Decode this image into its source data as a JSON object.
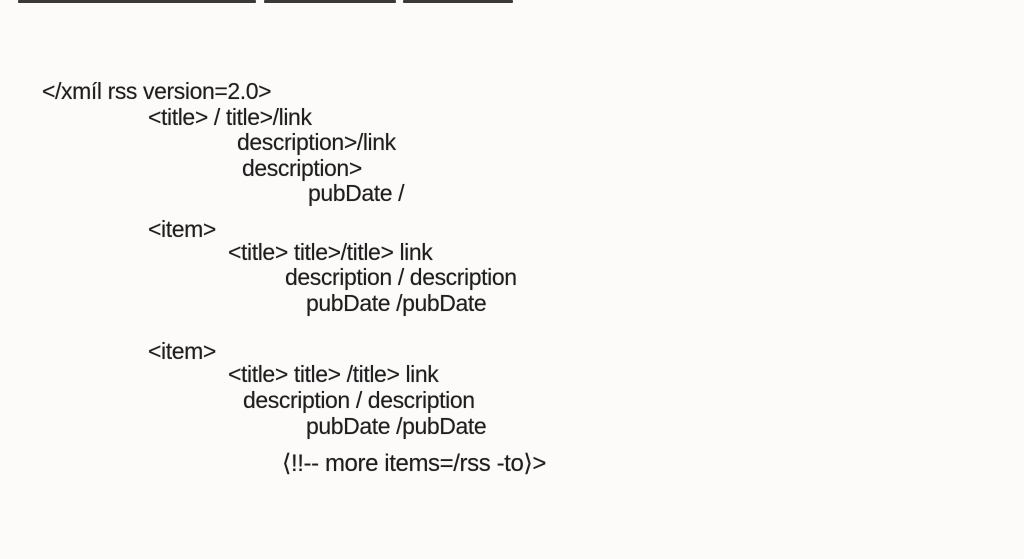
{
  "page": {
    "background_color": "#fcfbfa",
    "text_color": "#1e1e1e"
  },
  "code": {
    "lines": [
      "</xmíl rss version=2.0>",
      "<title> / title>/link",
      "description>/link",
      "description>",
      "pubDate /",
      "<item>",
      "<title> title>/title> link",
      "description / description",
      "pubDate /pubDate",
      "<item>",
      "<title> title> /title> link",
      "description / description",
      "pubDate /pubDate",
      "⟨!!-- more items=/rss -to⟩>"
    ]
  }
}
